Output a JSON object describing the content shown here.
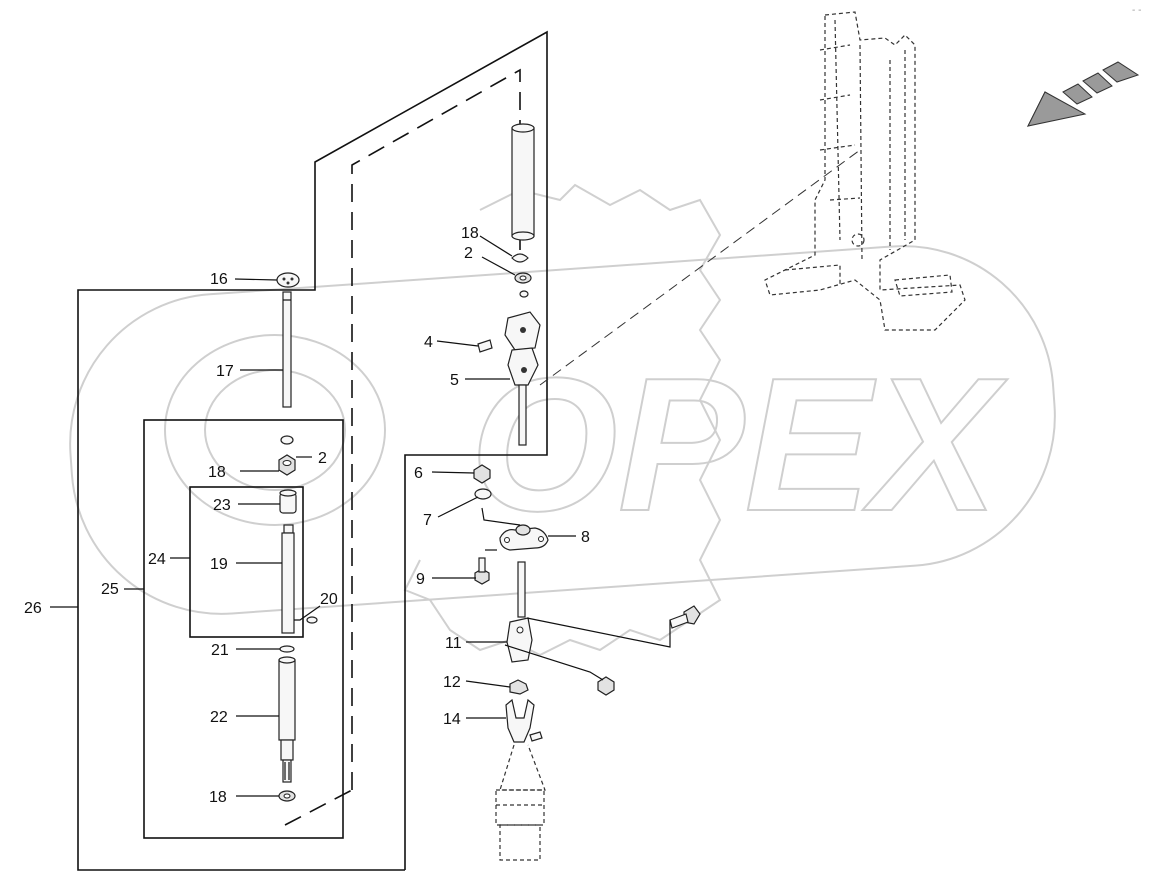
{
  "watermark": {
    "logo_text": "OPEX"
  },
  "corner_text": "- -",
  "labels": [
    {
      "id": "l16",
      "text": "16"
    },
    {
      "id": "l17",
      "text": "17"
    },
    {
      "id": "l2a",
      "text": "2"
    },
    {
      "id": "l18a",
      "text": "18"
    },
    {
      "id": "l23",
      "text": "23"
    },
    {
      "id": "l24",
      "text": "24"
    },
    {
      "id": "l19",
      "text": "19"
    },
    {
      "id": "l25",
      "text": "25"
    },
    {
      "id": "l26",
      "text": "26"
    },
    {
      "id": "l20",
      "text": "20"
    },
    {
      "id": "l21",
      "text": "21"
    },
    {
      "id": "l22",
      "text": "22"
    },
    {
      "id": "l18b",
      "text": "18"
    },
    {
      "id": "l18c",
      "text": "18"
    },
    {
      "id": "l2b",
      "text": "2"
    },
    {
      "id": "l4",
      "text": "4"
    },
    {
      "id": "l5",
      "text": "5"
    },
    {
      "id": "l6",
      "text": "6"
    },
    {
      "id": "l7",
      "text": "7"
    },
    {
      "id": "l8",
      "text": "8"
    },
    {
      "id": "l9",
      "text": "9"
    },
    {
      "id": "l11",
      "text": "11"
    },
    {
      "id": "l12",
      "text": "12"
    },
    {
      "id": "l14",
      "text": "14"
    }
  ],
  "icons": [
    "direction-arrow-icon"
  ]
}
